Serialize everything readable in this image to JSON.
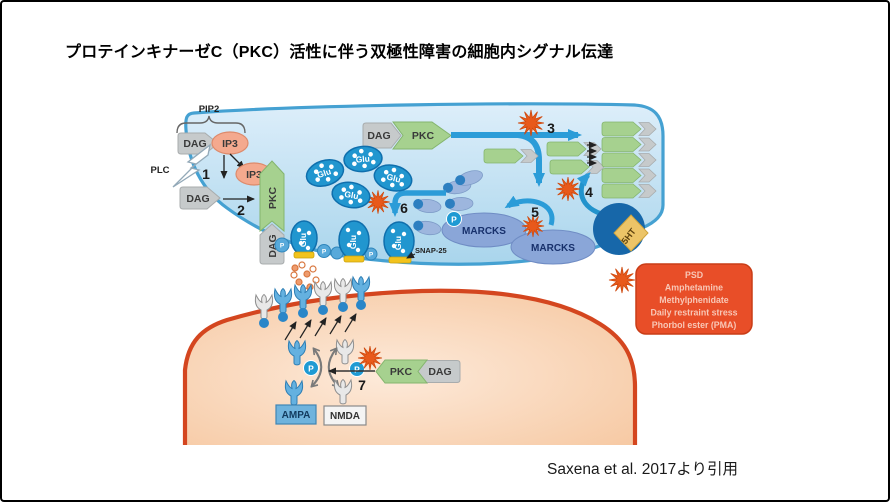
{
  "title": "プロテインキナーゼC（PKC）活性に伴う双極性障害の細胞内シグナル伝達",
  "citation": "Saxena et al. 2017より引用",
  "molecules": {
    "pip2": "PIP2",
    "plc": "PLC",
    "dag": "DAG",
    "ip3": "IP3",
    "pkc": "PKC",
    "glu": "Glu",
    "phospho": "P",
    "marcks": "MARCKS",
    "snap25": "SNAP-25",
    "serotonin": "5HT",
    "ampa": "AMPA",
    "nmda": "NMDA"
  },
  "steps": {
    "one": "1",
    "two": "2",
    "three": "3",
    "four": "4",
    "five": "5",
    "six": "6",
    "seven": "7"
  },
  "legend": {
    "items": [
      "PSD",
      "Amphetamine",
      "Methylphenidate",
      "Daily restraint stress",
      "Phorbol ester (PMA)"
    ]
  },
  "colors": {
    "starburst": "#e8591b",
    "legend_box": "#e84e28",
    "presynaptic_fill": "#bfe0f2",
    "presynaptic_membrane": "#45a1d2",
    "postsynaptic_fill": "#f9d4b4",
    "postsynaptic_membrane": "#d4461f",
    "vesicle_blue": "#2196cf",
    "signal_arrow_blue": "#2b9cd8",
    "pkc_green": "#a6d18f",
    "dag_gray": "#c6cacb",
    "ip3_salmon": "#f4a98e",
    "marcks_blue": "#8aa6d8",
    "serotonin_circle": "#1767a9",
    "serotonin_tag": "#ecc467",
    "ampa_fill": "#6fb3dd",
    "snap25_bar": "#f2c31d"
  }
}
